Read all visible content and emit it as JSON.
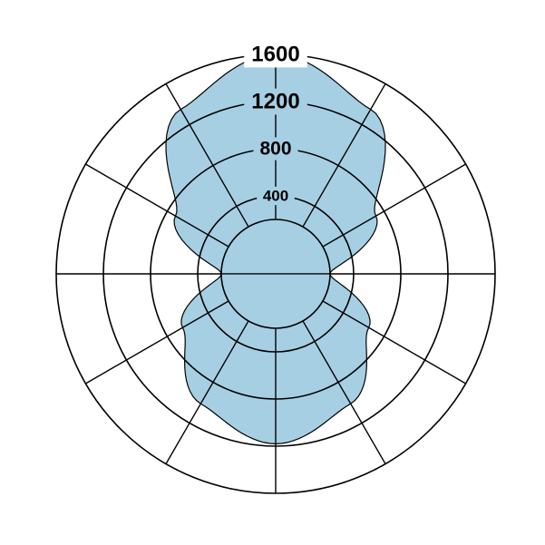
{
  "chart_data": {
    "type": "polar",
    "title": "",
    "radial_ticks": [
      "400",
      "800",
      "1200",
      "1600"
    ],
    "radial_tick_values": [
      400,
      800,
      1200,
      1600
    ],
    "radial_range": [
      0,
      1600
    ],
    "radial_axis_origin": 200,
    "angular_gridlines_deg": [
      0,
      30,
      60,
      90,
      120,
      150,
      180,
      210,
      240,
      270,
      300,
      330
    ],
    "grid": true,
    "lobes": [
      {
        "direction": "up",
        "value_at_0deg": 1600,
        "value_at_30deg": 1350,
        "value_at_60deg": 720,
        "value_at_90deg": 200,
        "note_fill": "fill"
      },
      {
        "direction": "down",
        "value_at_0deg": 1180,
        "value_at_30deg": 1010,
        "value_at_60deg": 650,
        "value_at_90deg": 200,
        "note_fill": "fill"
      }
    ],
    "colors": {
      "fill": "#a7cfe3",
      "line": "#000000",
      "background": "#ffffff"
    }
  }
}
